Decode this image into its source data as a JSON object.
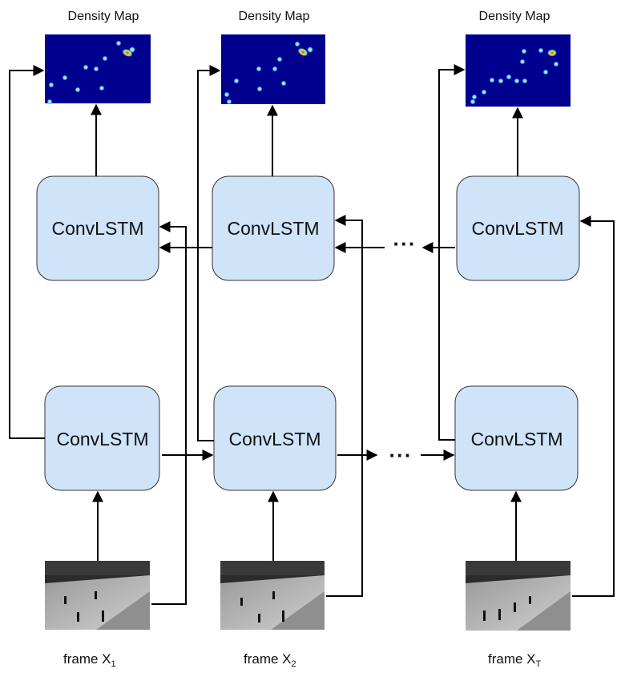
{
  "colors": {
    "box_fill": "#cfe3f9",
    "box_stroke": "#333333",
    "arrow": "#000000",
    "density_bg": "#00008f",
    "density_spot": "#6fd3ff",
    "density_hot": "#ffb020",
    "frame_dark": "#2b2b2b",
    "frame_light": "#bdbdbd"
  },
  "density_label": "Density Map",
  "box_label": "ConvLSTM",
  "ellipsis": "···",
  "frames": [
    {
      "prefix": "frame X",
      "sub": "1"
    },
    {
      "prefix": "frame X",
      "sub": "2"
    },
    {
      "prefix": "frame X",
      "sub": "T"
    }
  ]
}
